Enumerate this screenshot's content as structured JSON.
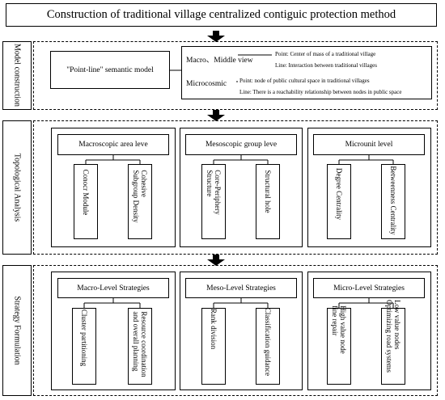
{
  "title": "Construction of traditional village centralized contiguic protection method",
  "sections": {
    "model": {
      "side_label": "Model construction",
      "semantic_model": "\"Point-line\" semantic model",
      "macro_label": "Macro、Middle view",
      "macro_point": "Point: Center of mass of a traditional village",
      "macro_line": "Line: Interaction between traditional villages",
      "micro_label": "Microcosmic",
      "micro_point": "Point: node of public cultural space in traditional villages",
      "micro_line": "Line: There is a reachability relationship between nodes in public space"
    },
    "topology": {
      "side_label": "Topological Analysis",
      "groups": [
        {
          "title": "Macroscopic area leve",
          "items": [
            "Conocr Module",
            "Cohesive\nSubgroup Density"
          ]
        },
        {
          "title": "Mesoscopic group leve",
          "items": [
            "Core-Periphery\nStructure",
            "Structural hole"
          ]
        },
        {
          "title": "Microunit level",
          "items": [
            "Degree Centrality",
            "Betweenness Centrality"
          ]
        }
      ]
    },
    "strategy": {
      "side_label": "Strategy Formulation",
      "groups": [
        {
          "title": "Macro-Level Strategies",
          "items": [
            "Cluster partitioning",
            "Resource coordination\nand overall planning"
          ]
        },
        {
          "title": "Meso-Level Strategies",
          "items": [
            "Rank division",
            "Classification guidance"
          ]
        },
        {
          "title": "Micro-Level Strategies",
          "items": [
            "High value node\nfine repair",
            "Low value nodes\nOptimizing road systems"
          ]
        }
      ]
    }
  }
}
